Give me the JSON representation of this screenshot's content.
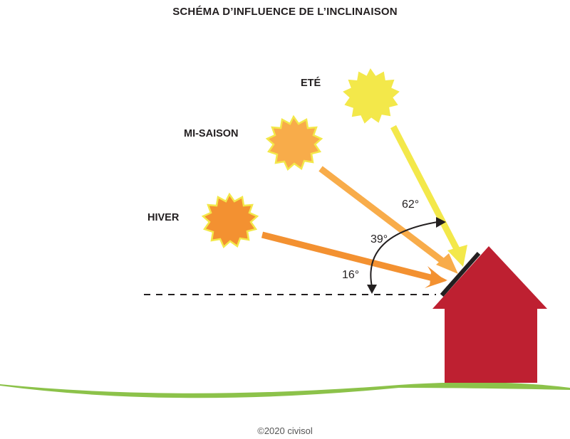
{
  "title": "SCHÉMA D’INFLUENCE DE L’INCLINAISON",
  "seasons": [
    {
      "label": "ETÉ",
      "angle": "62°",
      "color": "#f3e84a"
    },
    {
      "label": "MI-SAISON",
      "angle": "39°",
      "color": "#f8ac4a"
    },
    {
      "label": "HIVER",
      "angle": "16°",
      "color": "#f39131"
    }
  ],
  "colors": {
    "house": "#be2031",
    "ground": "#8cc24a",
    "panel": "#231f20",
    "sun_outline": "#f3e84a"
  },
  "footer": "©2020 civisol"
}
